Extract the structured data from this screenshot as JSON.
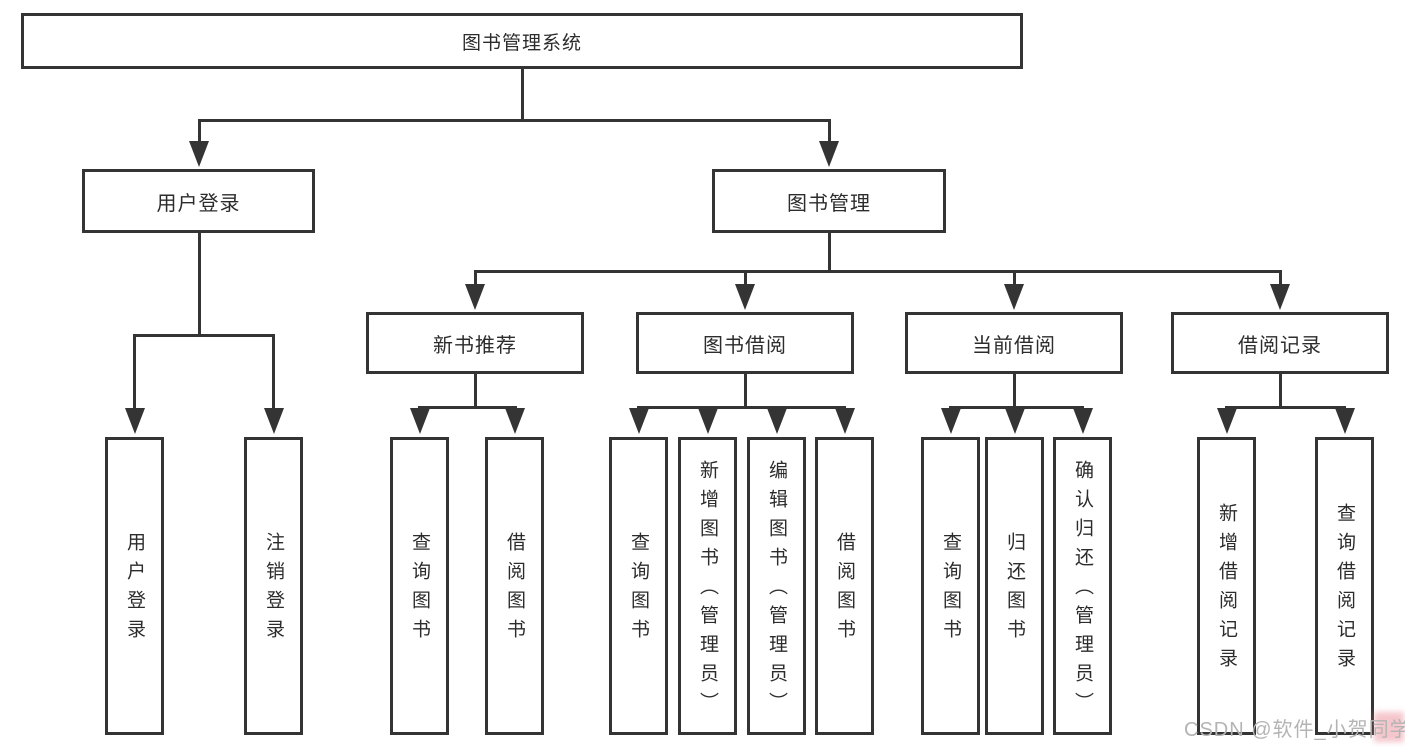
{
  "diagram": {
    "root": {
      "label": "图书管理系统",
      "children": [
        {
          "label": "用户登录",
          "children": [
            {
              "label": "用户登录"
            },
            {
              "label": "注销登录"
            }
          ]
        },
        {
          "label": "图书管理",
          "children": [
            {
              "label": "新书推荐",
              "children": [
                {
                  "label": "查询图书"
                },
                {
                  "label": "借阅图书"
                }
              ]
            },
            {
              "label": "图书借阅",
              "children": [
                {
                  "label": "查询图书"
                },
                {
                  "label": "新增图书（管理员）"
                },
                {
                  "label": "编辑图书（管理员）"
                },
                {
                  "label": "借阅图书"
                }
              ]
            },
            {
              "label": "当前借阅",
              "children": [
                {
                  "label": "查询图书"
                },
                {
                  "label": "归还图书"
                },
                {
                  "label": "确认归还（管理员）"
                }
              ]
            },
            {
              "label": "借阅记录",
              "children": [
                {
                  "label": "新增借阅记录"
                },
                {
                  "label": "查询借阅记录"
                }
              ]
            }
          ]
        }
      ]
    },
    "colors": {
      "line": "#343434",
      "text": "#2c2c2c",
      "watermark_gray": "#b4b4b4",
      "watermark_pink": "#e8808e"
    }
  },
  "watermark": {
    "text": "CSDN @软件_小贺同学"
  }
}
